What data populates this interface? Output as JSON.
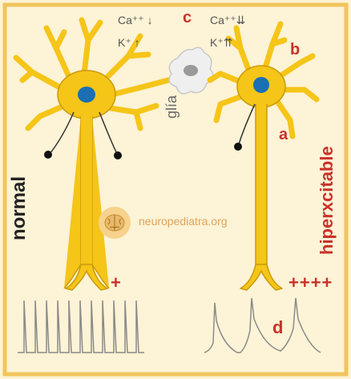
{
  "labels": {
    "ion_left": "Ca⁺⁺ ↓",
    "ion_left_k": "K⁺ ↑",
    "ion_right": "Ca⁺⁺⇊",
    "ion_right_k": "K⁺⇈",
    "c": "c",
    "b": "b",
    "a": "a",
    "d": "d",
    "glia": "glía",
    "normal": "normal",
    "hiperexcitable": "hiperxcitable",
    "plus_one": "+",
    "plus_four": "++++",
    "watermark": "neuropediatra.org"
  },
  "colors": {
    "background": "#fdf3d6",
    "border": "#f1c55c",
    "neuron": "#f5c518",
    "neuron_outline": "#c99a0a",
    "nucleus": "#1a6fb5",
    "glia": "#e6e6e6",
    "trace": "#8a8a8a",
    "accent": "#c8322a"
  },
  "icons": {
    "logo": "brain-icon"
  }
}
